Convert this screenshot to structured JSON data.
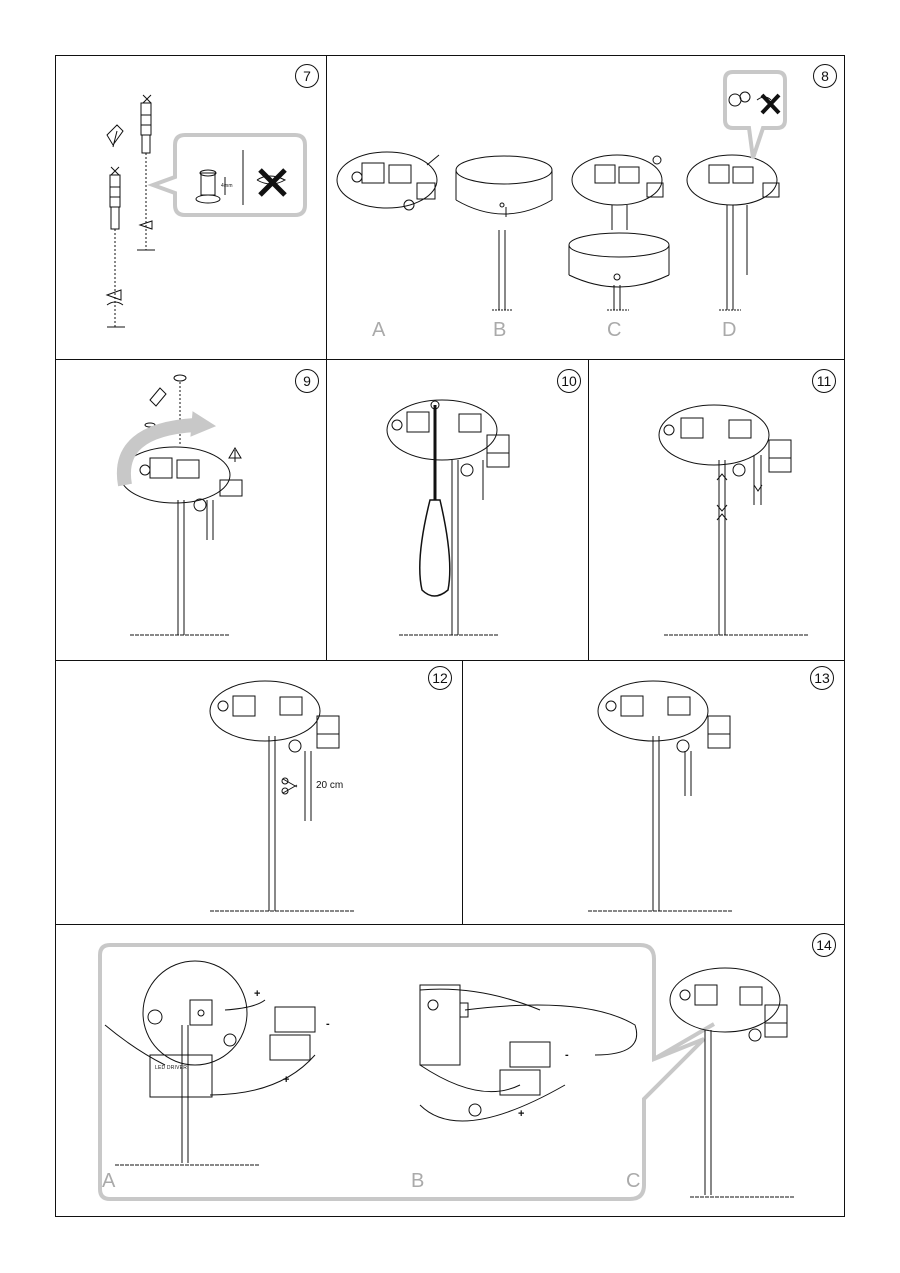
{
  "steps": {
    "s7": {
      "num": "7",
      "callout_label": "4mm"
    },
    "s8": {
      "num": "8",
      "labels": {
        "a": "A",
        "b": "B",
        "c": "C",
        "d": "D"
      }
    },
    "s9": {
      "num": "9"
    },
    "s10": {
      "num": "10"
    },
    "s11": {
      "num": "11"
    },
    "s12": {
      "num": "12",
      "cut_length": "20 cm"
    },
    "s13": {
      "num": "13"
    },
    "s14": {
      "num": "14",
      "labels": {
        "a": "A",
        "b": "B",
        "c": "C"
      },
      "driver_label": "LED DRIVER",
      "polarity": {
        "plus": "+",
        "minus": "-"
      }
    }
  },
  "colors": {
    "line": "#111111",
    "callout": "#c8c8c8",
    "label": "#aaaaaa"
  }
}
